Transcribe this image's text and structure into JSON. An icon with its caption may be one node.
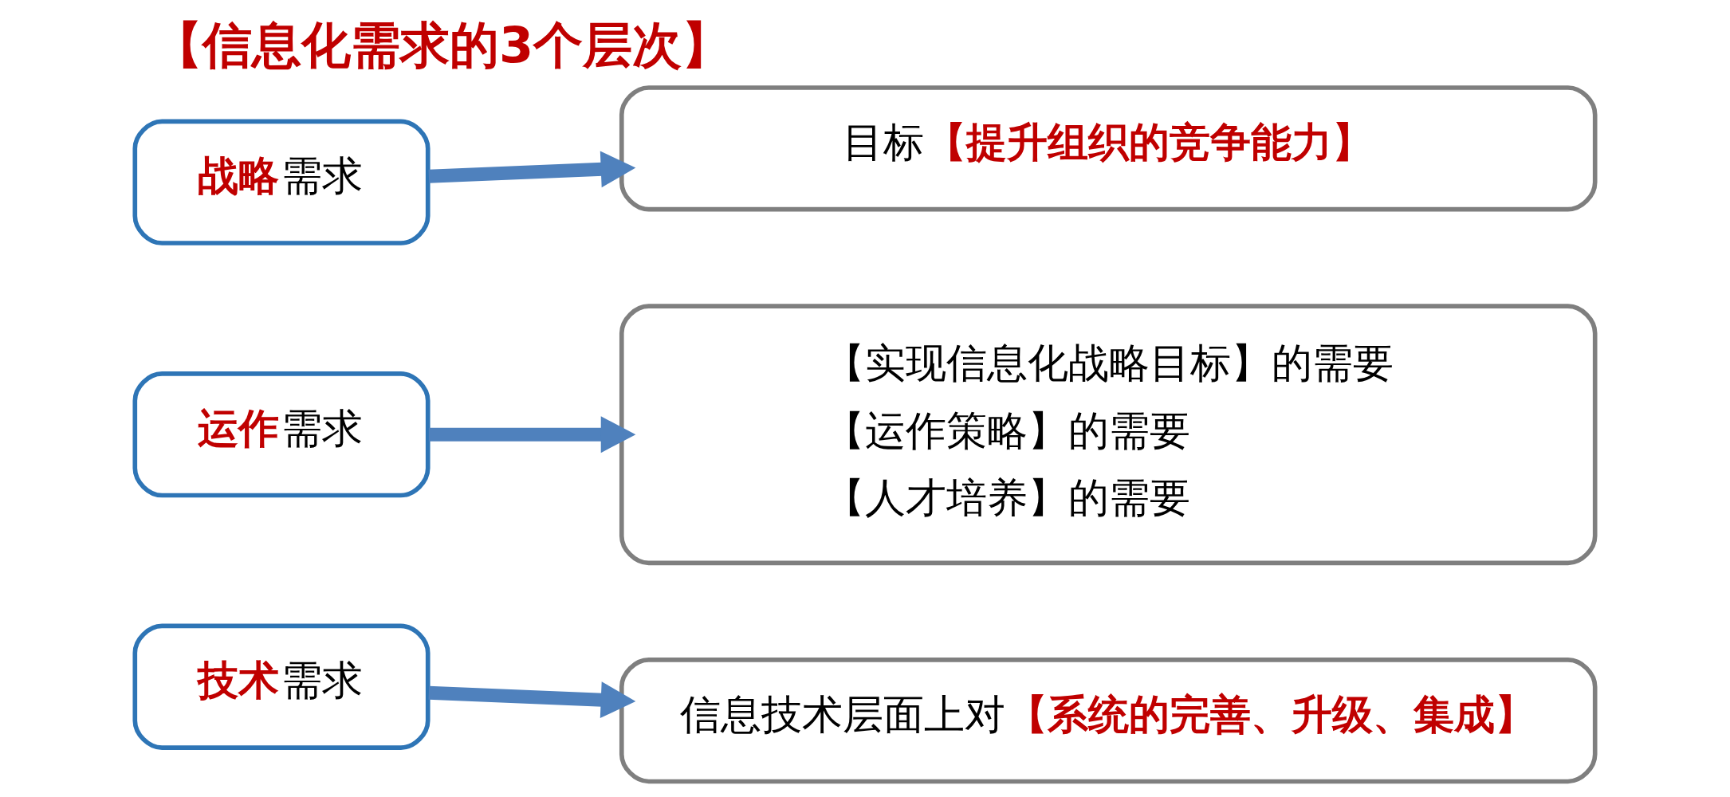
{
  "diagram": {
    "title": "【信息化需求的3个层次】",
    "nodes": [
      {
        "text": [
          "**战略**需求"
        ]
      },
      {
        "text": [
          "目标**【提升组织的竞争能力】**"
        ]
      },
      {
        "text": [
          "**运作**需求"
        ]
      },
      {
        "text": [
          "【实现信息化战略目标】的需要",
          "【运作策略】的需要",
          "【人才培养】的需要"
        ]
      },
      {
        "text": [
          "**技术**需求"
        ]
      },
      {
        "text": [
          "信息技术层面上对**【系统的完善、升级、集成】**"
        ]
      }
    ],
    "edges": [
      {
        "from": 0,
        "to": 1,
        "arrow": "to"
      },
      {
        "from": 2,
        "to": 3,
        "arrow": "to"
      },
      {
        "from": 4,
        "to": 5,
        "arrow": "to"
      }
    ]
  }
}
